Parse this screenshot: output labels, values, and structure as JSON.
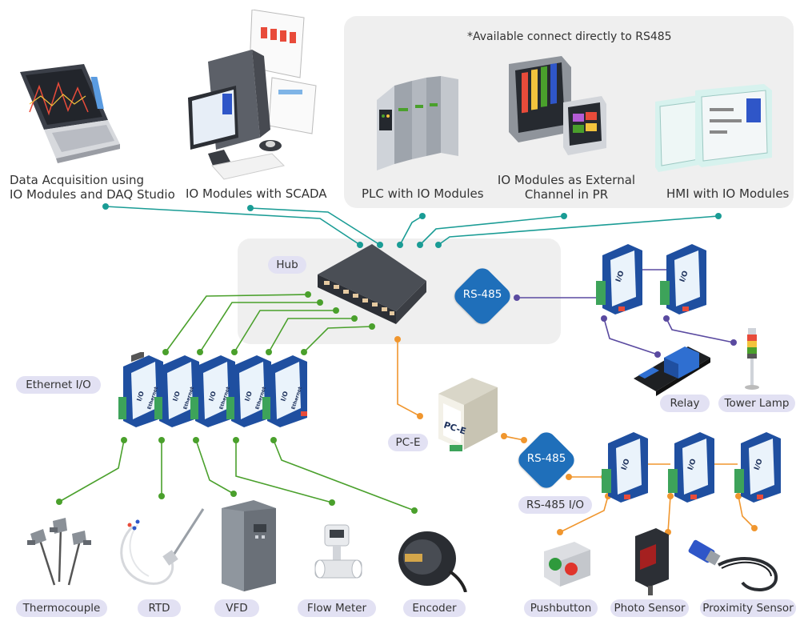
{
  "top_note": "*Available connect directly to RS485",
  "hub_label": "Hub",
  "rs485_hub_badge": "RS-485",
  "rs485_pce_badge": "RS-485",
  "pce_label": "PC-E",
  "pce_device_text": "PC-E",
  "ethernet_io_label": "Ethernet I/O",
  "rs485_io_label": "RS-485 I/O",
  "io_module_text": "I/O",
  "ethernet_module_text": "Ethernet",
  "top_items": [
    {
      "line1": "Data Acquisition using",
      "line2": "IO Modules and DAQ Studio"
    },
    {
      "line1": "IO Modules with SCADA",
      "line2": ""
    },
    {
      "line1": "PLC with IO Modules",
      "line2": ""
    },
    {
      "line1": "IO Modules as External",
      "line2": "Channel in PR"
    },
    {
      "line1": "HMI with IO Modules",
      "line2": ""
    }
  ],
  "relay_label": "Relay",
  "tower_lamp_label": "Tower Lamp",
  "bottom_devices": [
    "Thermocouple",
    "RTD",
    "VFD",
    "Flow Meter",
    "Encoder"
  ],
  "rs485_devices": [
    "Pushbutton",
    "Photo Sensor",
    "Proximity Sensor"
  ],
  "colors": {
    "teal_line": "#1a9c95",
    "green_line": "#4aa02c",
    "orange_line": "#f0962e",
    "purple_line": "#5a4aa0",
    "badge_blue": "#1f6fba",
    "pill_bg": "#e2e1f3",
    "panel_bg": "#efefef"
  }
}
